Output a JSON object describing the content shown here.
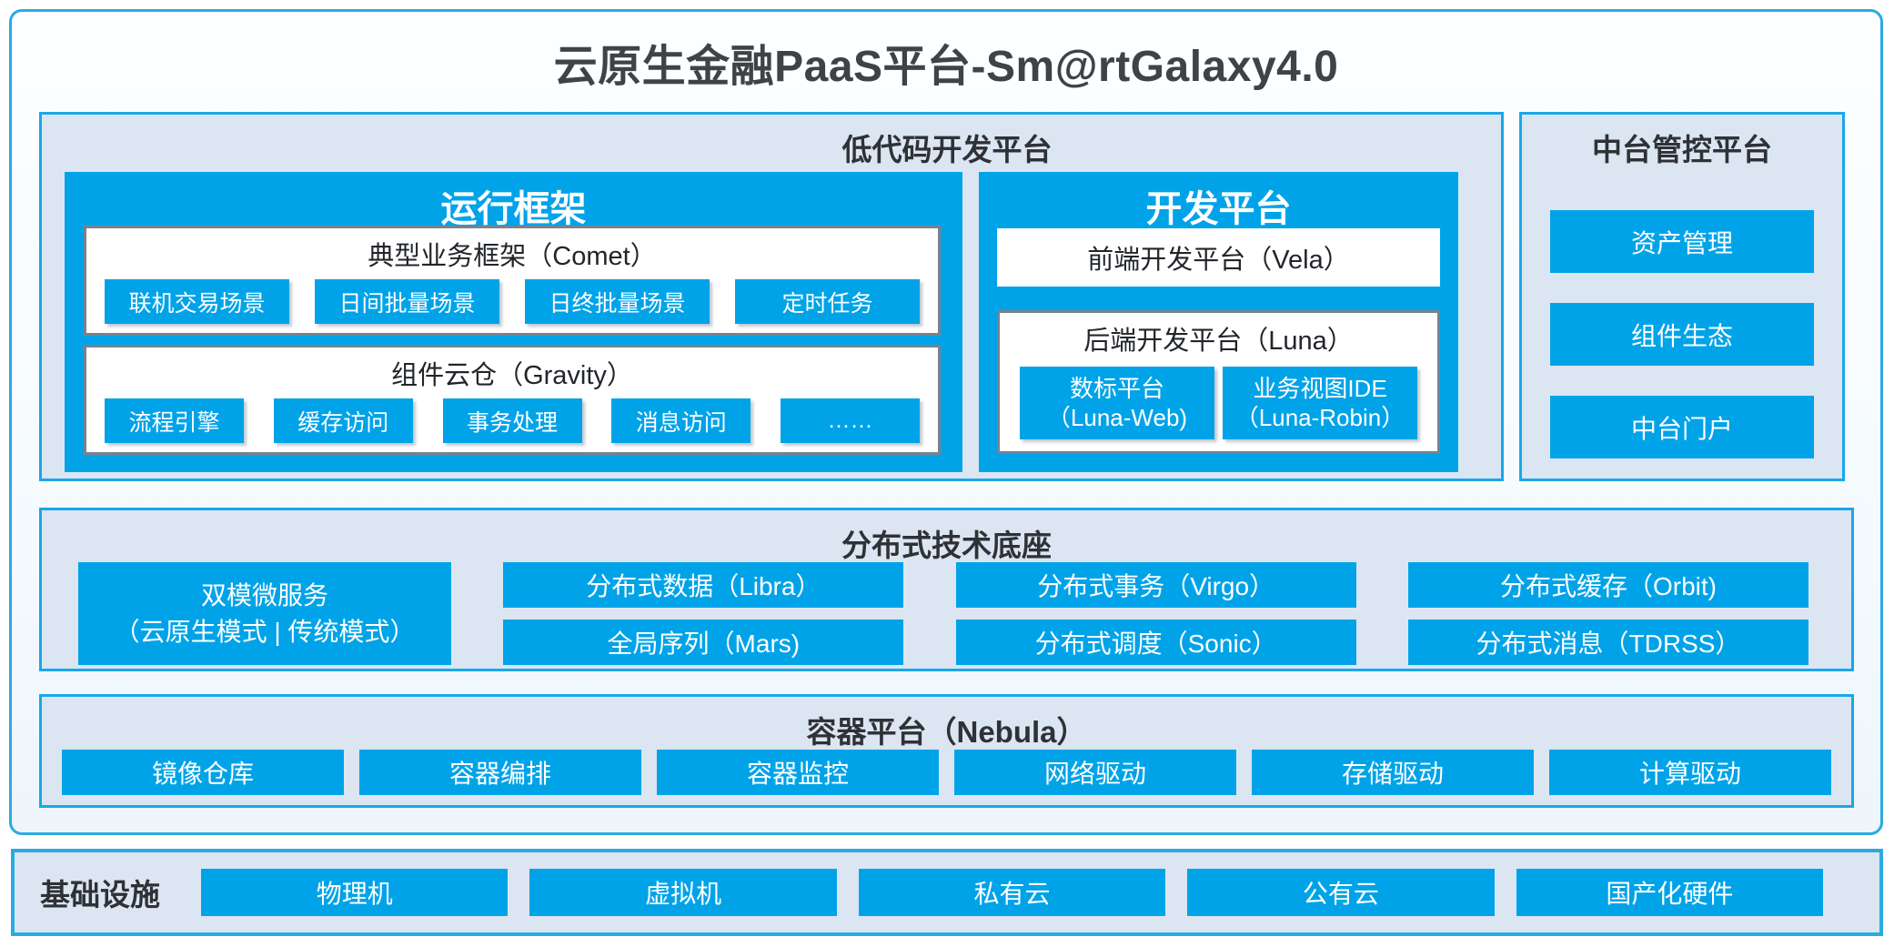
{
  "title": "云原生金融PaaS平台-Sm@rtGalaxy4.0",
  "colors": {
    "accent_blue": "#00a3e8",
    "border_blue": "#29abe2",
    "section_fill": "#dce6f2",
    "card_border_gray": "#78828e",
    "dark_text": "#2e3237"
  },
  "lowcode": {
    "header": "低代码开发平台",
    "runtime": {
      "title": "运行框架",
      "comet": {
        "title": "典型业务框架（Comet）",
        "items": [
          "联机交易场景",
          "日间批量场景",
          "日终批量场景",
          "定时任务"
        ]
      },
      "gravity": {
        "title": "组件云仓（Gravity）",
        "items": [
          "流程引擎",
          "缓存访问",
          "事务处理",
          "消息访问",
          "……"
        ]
      }
    },
    "dev": {
      "title": "开发平台",
      "vela": "前端开发平台（Vela）",
      "luna": {
        "title": "后端开发平台（Luna）",
        "items": [
          {
            "line1": "数标平台",
            "line2": "（Luna-Web)"
          },
          {
            "line1": "业务视图IDE",
            "line2": "（Luna-Robin）"
          }
        ]
      }
    }
  },
  "midplatform": {
    "header": "中台管控平台",
    "items": [
      "资产管理",
      "组件生态",
      "中台门户"
    ]
  },
  "distributed": {
    "header": "分布式技术底座",
    "dual": {
      "line1": "双模微服务",
      "line2": "（云原生模式 | 传统模式）"
    },
    "columns": [
      [
        "分布式数据（Libra）",
        "全局序列（Mars)"
      ],
      [
        "分布式事务（Virgo）",
        "分布式调度（Sonic）"
      ],
      [
        "分布式缓存（Orbit)",
        "分布式消息（TDRSS）"
      ]
    ]
  },
  "container_platform": {
    "header": "容器平台（Nebula）",
    "items": [
      "镜像仓库",
      "容器编排",
      "容器监控",
      "网络驱动",
      "存储驱动",
      "计算驱动"
    ]
  },
  "infrastructure": {
    "label": "基础设施",
    "items": [
      "物理机",
      "虚拟机",
      "私有云",
      "公有云",
      "国产化硬件"
    ]
  }
}
